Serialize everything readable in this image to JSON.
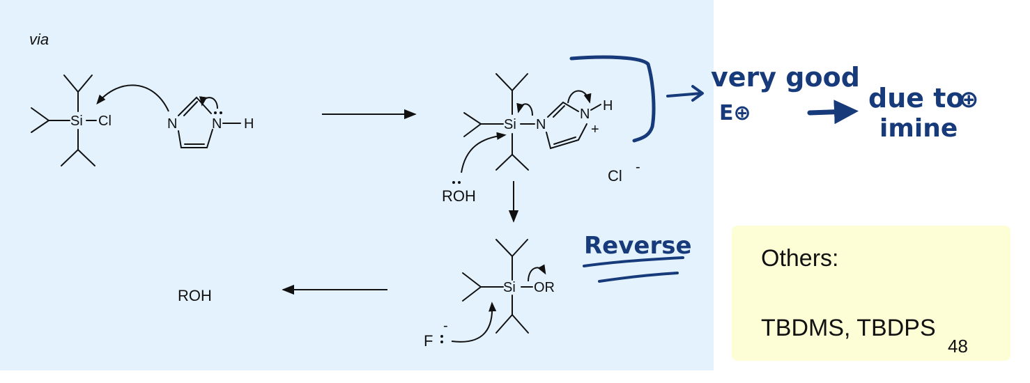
{
  "scheme": {
    "via_label": "via",
    "reactant_silyl": {
      "si": "Si",
      "cl": "Cl"
    },
    "imidazole": {
      "n1": "N",
      "n3": "N",
      "h": "H"
    },
    "intermediate": {
      "si": "Si",
      "n1": "N",
      "n3": "N",
      "h": "H",
      "plus": "+",
      "chloride": "Cl",
      "charge": "-"
    },
    "nucleophile": "ROH",
    "silyl_ether": {
      "si": "Si",
      "or": "OR"
    },
    "fluoride": {
      "f": "F",
      "charge": "-"
    },
    "product": "ROH"
  },
  "annotations": {
    "very_good": "very good",
    "eplus": "E⊕",
    "due_to": "due to",
    "plus_circle": "⊕",
    "imine": "imine",
    "reverse": "Reverse"
  },
  "others": {
    "title": "Others:",
    "list": "TBDMS, TBDPS"
  },
  "page_number": "48",
  "colors": {
    "panel": "#e3f2fd",
    "note_box": "#fdfdd6",
    "ink": "#173a7a"
  }
}
